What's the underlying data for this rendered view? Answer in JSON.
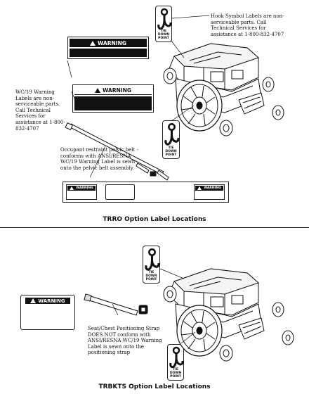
{
  "callouts": {
    "hook_symbol": "Hook Symbol Labels are non-serviceable parts. Call Technical Services for assistance at 1-800-832-4707",
    "wc19": "WC/19 Warning Labels are non-serviceable parts. Call Technical Services for assistance at 1-800-832-4707",
    "pelvic_belt": "Occupant restraint pelvic belt - conforms with ANSI/RESNA WC/19 Warning Label is sewn onto the pelvic belt assembly.",
    "seat_strap": "Seat/Chest Positioning Strap DOES NOT conform with ANSI/RESNA WC/19 Warning Label is sewn onto the positioning strap"
  },
  "labels": {
    "warning": "WARNING",
    "tie_down_line1": "TIE DOWN",
    "tie_down_line2": "POINT"
  },
  "captions": {
    "trro": "TRRO Option Label Locations",
    "trbkts": "TRBKTS Option Label Locations"
  },
  "colors": {
    "ink": "#111111",
    "paper": "#ffffff"
  },
  "icons": [
    "warning-triangle-icon",
    "tie-down-hook-icon"
  ]
}
